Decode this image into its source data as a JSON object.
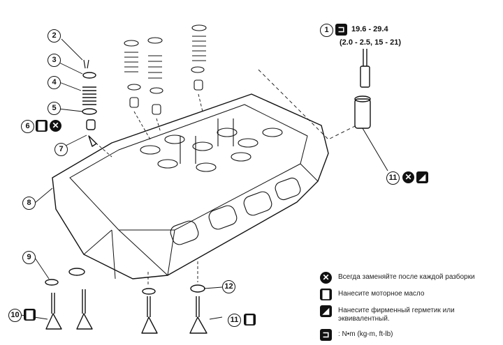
{
  "callouts": {
    "c1": "1",
    "c2": "2",
    "c3": "3",
    "c4": "4",
    "c5": "5",
    "c6": "6",
    "c7": "7",
    "c8": "8",
    "c9": "9",
    "c10": "10",
    "c11a": "11",
    "c11b": "11",
    "c12": "12"
  },
  "torque": {
    "nm": "19.6 - 29.4",
    "kgm_ftlb": "(2.0 - 2.5, 15 - 21)"
  },
  "legend": {
    "replace": "Всегда заменяйте после каждой разборки",
    "oil": "Нанесите моторное масло",
    "sealant": "Нанесите фирменный герметик или эквивалентный.",
    "torque": ": N•m  (kg-m,  ft-lb)"
  },
  "icons": {
    "replace": "x-circle-icon",
    "oil": "oil-can-icon",
    "sealant": "sealant-tube-icon",
    "torque": "torque-wrench-icon"
  }
}
